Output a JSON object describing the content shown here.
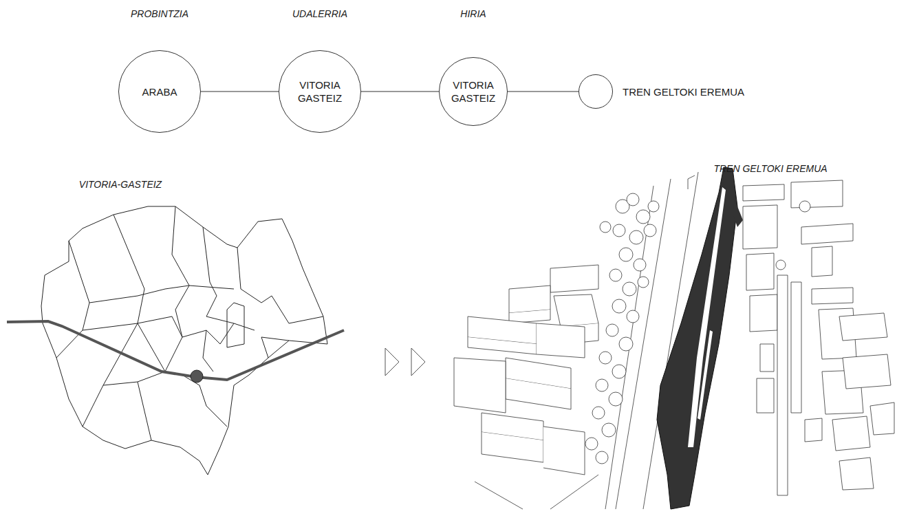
{
  "diagram": {
    "nodes": [
      {
        "text": [
          "PROBINTZIA",
          "ARABA"
        ]
      },
      {
        "text": [
          "UDALERRIA",
          "VITORIA GASTEIZ"
        ]
      },
      {
        "text": [
          "HIRIA",
          "VITORIA GASTEIZ"
        ]
      },
      {
        "text": [
          "TREN GELTOKI EREMUA"
        ]
      }
    ],
    "edges": [
      {
        "from": 0,
        "to": 1,
        "arrow": "none"
      },
      {
        "from": 1,
        "to": 2,
        "arrow": "none"
      },
      {
        "from": 2,
        "to": 3,
        "arrow": "none"
      }
    ],
    "labels": [
      "VITORIA-GASTEIZ",
      "TREN GELTOKI EREMUA"
    ]
  }
}
